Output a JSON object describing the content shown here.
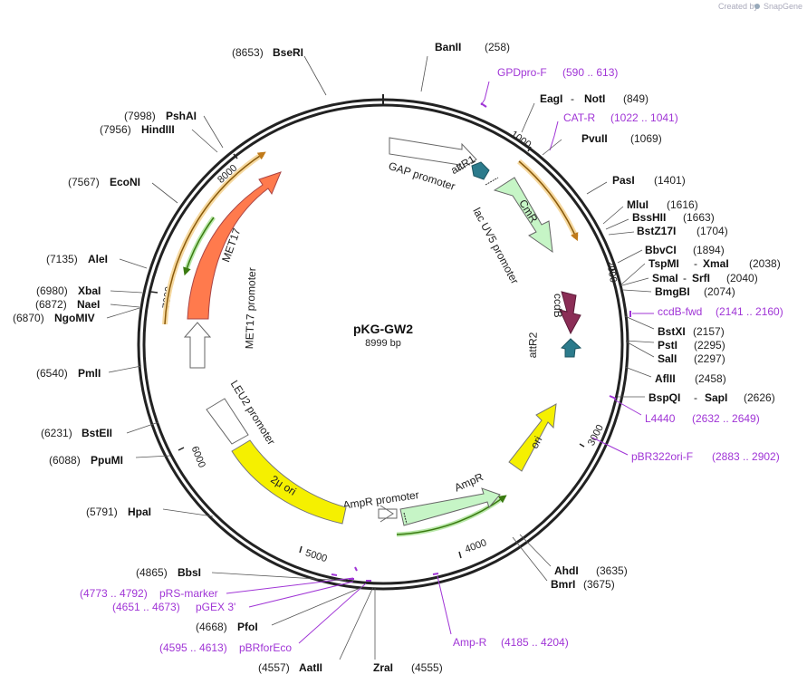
{
  "plasmid": {
    "name": "pKG-GW2",
    "length_label": "8999 bp",
    "length": 8999
  },
  "branding": {
    "created_by": "Created by",
    "brand": "SnapGene"
  },
  "ticks": [
    "1000",
    "2000",
    "3000",
    "4000",
    "5000",
    "6000",
    "7000",
    "8000"
  ],
  "sites": [
    {
      "name": "BanII",
      "pos": "(258)"
    },
    {
      "name": "EagI",
      "name2": "NotI",
      "pos": "(849)"
    },
    {
      "name": "PvuII",
      "pos": "(1069)"
    },
    {
      "name": "PasI",
      "pos": "(1401)"
    },
    {
      "name": "MluI",
      "pos": "(1616)"
    },
    {
      "name": "BssHII",
      "pos": "(1663)"
    },
    {
      "name": "BstZ17I",
      "pos": "(1704)"
    },
    {
      "name": "BbvCI",
      "pos": "(1894)"
    },
    {
      "name": "TspMI",
      "name2": "XmaI",
      "pos": "(2038)"
    },
    {
      "name": "SmaI",
      "name2": "SrfI",
      "pos": "(2040)"
    },
    {
      "name": "BmgBI",
      "pos": "(2074)"
    },
    {
      "name": "BstXI",
      "pos": "(2157)"
    },
    {
      "name": "PstI",
      "pos": "(2295)"
    },
    {
      "name": "SalI",
      "pos": "(2297)"
    },
    {
      "name": "AflII",
      "pos": "(2458)"
    },
    {
      "name": "BspQI",
      "name2": "SapI",
      "pos": "(2626)"
    },
    {
      "name": "AhdI",
      "pos": "(3635)"
    },
    {
      "name": "BmrI",
      "pos": "(3675)"
    },
    {
      "name": "ZraI",
      "pos": "(4555)"
    },
    {
      "name": "AatII",
      "pos": "(4557)"
    },
    {
      "name": "PfoI",
      "pos": "(4668)"
    },
    {
      "name": "BbsI",
      "pos": "(4865)"
    },
    {
      "name": "HpaI",
      "pos": "(5791)"
    },
    {
      "name": "PpuMI",
      "pos": "(6088)"
    },
    {
      "name": "BstEII",
      "pos": "(6231)"
    },
    {
      "name": "PmlI",
      "pos": "(6540)"
    },
    {
      "name": "NgoMIV",
      "pos": "(6870)"
    },
    {
      "name": "NaeI",
      "pos": "(6872)"
    },
    {
      "name": "XbaI",
      "pos": "(6980)"
    },
    {
      "name": "AleI",
      "pos": "(7135)"
    },
    {
      "name": "EcoNI",
      "pos": "(7567)"
    },
    {
      "name": "HindIII",
      "pos": "(7956)"
    },
    {
      "name": "PshAI",
      "pos": "(7998)"
    },
    {
      "name": "BseRI",
      "pos": "(8653)"
    }
  ],
  "primers": [
    {
      "name": "GPDpro-F",
      "range": "(590 .. 613)"
    },
    {
      "name": "CAT-R",
      "range": "(1022 .. 1041)"
    },
    {
      "name": "ccdB-fwd",
      "range": "(2141 .. 2160)"
    },
    {
      "name": "L4440",
      "range": "(2632 .. 2649)"
    },
    {
      "name": "pBR322ori-F",
      "range": "(2883 .. 2902)"
    },
    {
      "name": "Amp-R",
      "range": "(4185 .. 4204)"
    },
    {
      "name": "pBRforEco",
      "range": "(4595 .. 4613)"
    },
    {
      "name": "pGEX 3'",
      "range": "(4651 .. 4673)"
    },
    {
      "name": "pRS-marker",
      "range": "(4773 .. 4792)"
    }
  ],
  "features": {
    "gap_promoter": "GAP promoter",
    "attr1": "attR1",
    "lacuv5": "lac UV5 promoter",
    "cmr": "CmR",
    "ccdb": "ccdB",
    "attr2": "attR2",
    "ori": "ori",
    "ampr": "AmpR",
    "ampr_promoter": "AmpR promoter",
    "two_mu": "2μ ori",
    "leu2": "LEU2 promoter",
    "met17_promoter": "MET17 promoter",
    "met17": "MET17"
  },
  "colors": {
    "backbone": "#222222",
    "cmr": "#c6f5c6",
    "ampr": "#c6f5c6",
    "ori": "#f5f000",
    "two_mu": "#f5f000",
    "met17": "#ff7a4d",
    "ccdb": "#8b2d56",
    "attr": "#2c7b8c",
    "primer": "#a035d6",
    "orange_band": "#e8a93a",
    "green_arrow": "#4a9a1a"
  }
}
